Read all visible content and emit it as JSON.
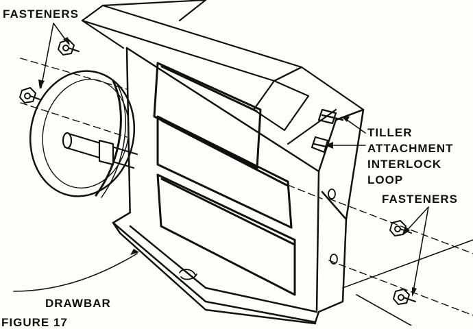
{
  "labels": {
    "fasteners_top": "FASTENERS",
    "tiller_line1": "TILLER",
    "tiller_line2": "ATTACHMENT",
    "tiller_line3": "INTERLOCK",
    "tiller_line4": "LOOP",
    "fasteners_right": "FASTENERS",
    "drawbar": "DRAWBAR",
    "figure_caption": "FIGURE 17"
  },
  "colors": {
    "ink": "#111111",
    "paper": "#fdfdfb"
  }
}
